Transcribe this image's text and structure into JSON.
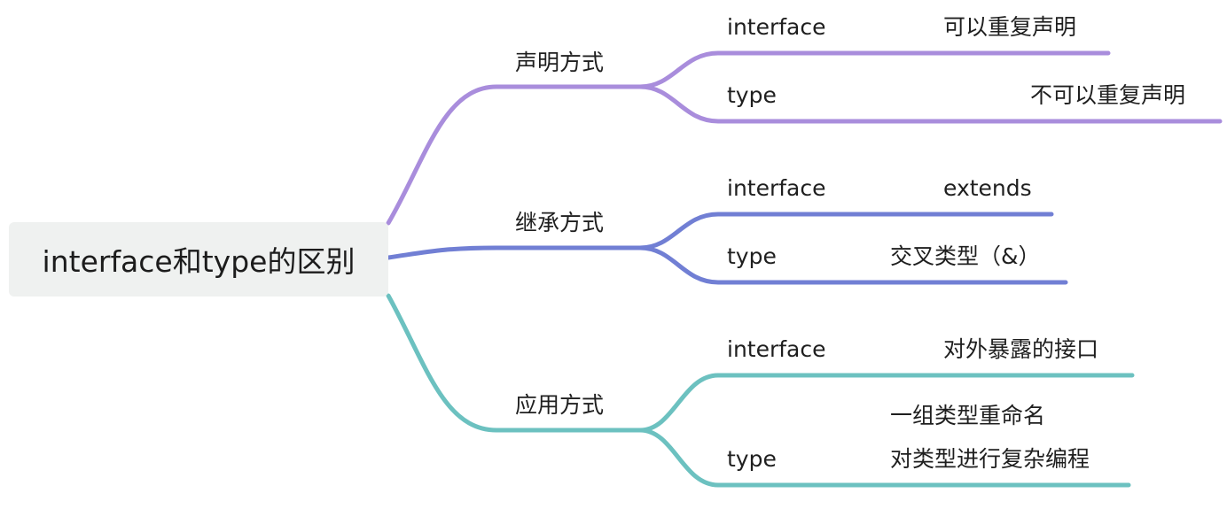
{
  "root": {
    "label": "interface和type的区别"
  },
  "branches": [
    {
      "label": "声明方式",
      "color": "#a98ddc",
      "children": [
        {
          "key": "interface",
          "value": "可以重复声明"
        },
        {
          "key": "type",
          "value": "不可以重复声明"
        }
      ]
    },
    {
      "label": "继承方式",
      "color": "#717fd4",
      "children": [
        {
          "key": "interface",
          "value": "extends"
        },
        {
          "key": "type",
          "value": "交叉类型（&）"
        }
      ]
    },
    {
      "label": "应用方式",
      "color": "#6cc1c0",
      "children": [
        {
          "key": "interface",
          "value": "对外暴露的接口"
        },
        {
          "key": "type",
          "value": "一组类型重命名",
          "value_line2": "对类型进行复杂编程"
        }
      ]
    }
  ]
}
